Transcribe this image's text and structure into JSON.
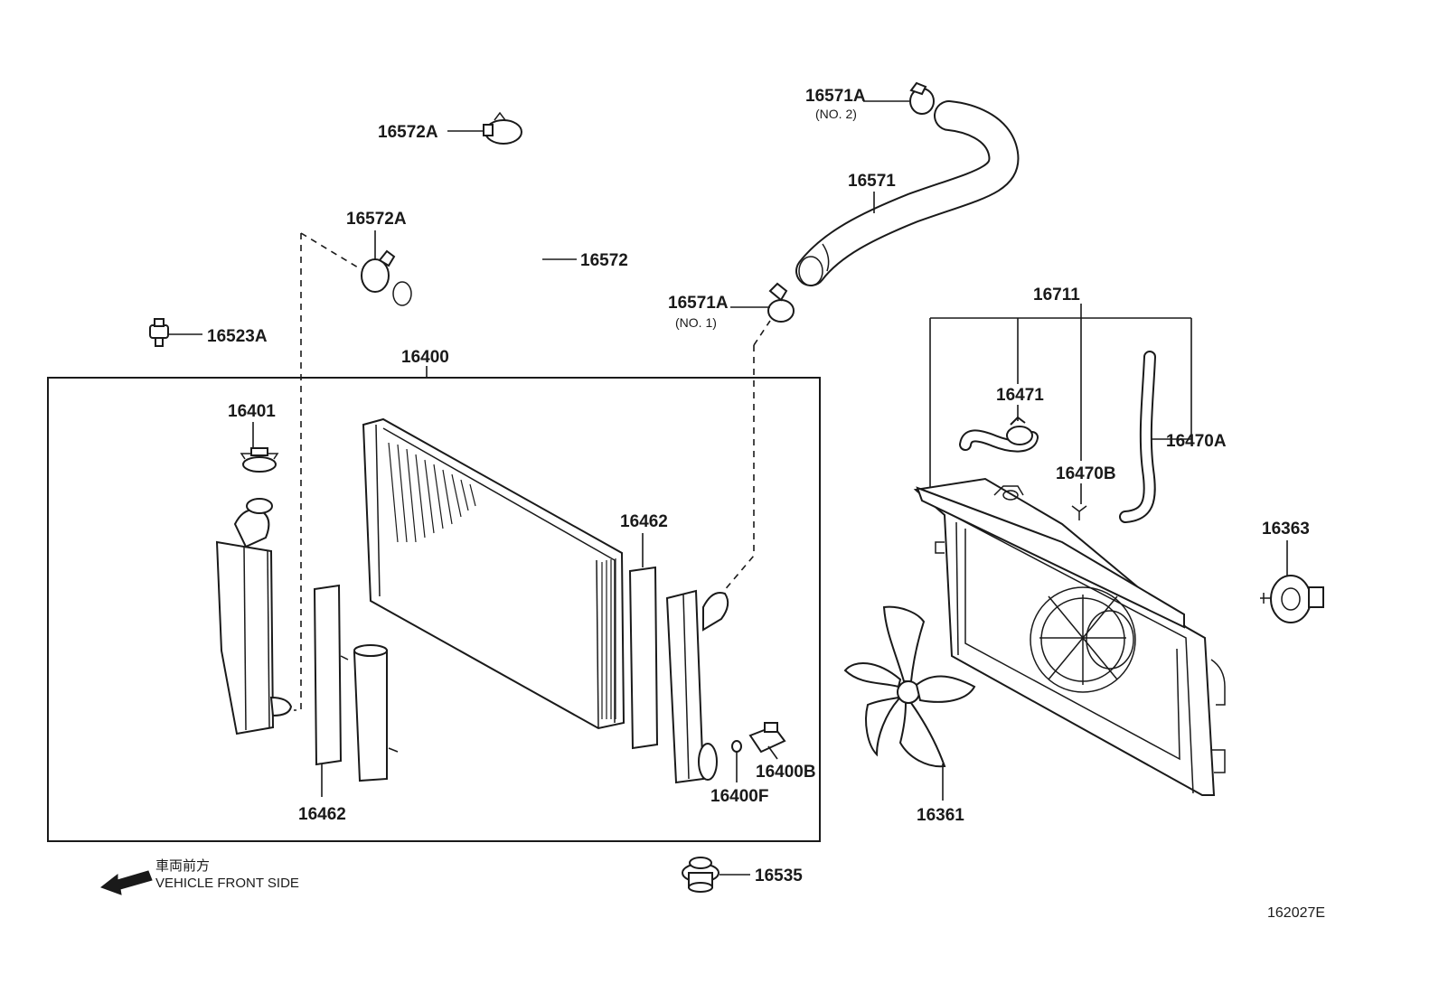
{
  "labels": {
    "p16572A_top": "16572A",
    "p16572A_mid": "16572A",
    "p16572": "16572",
    "p16571A_top": "16571A",
    "p16571A_top_sub": "(NO. 2)",
    "p16571": "16571",
    "p16571A_mid": "16571A",
    "p16571A_mid_sub": "(NO. 1)",
    "p16523A": "16523A",
    "p16400": "16400",
    "p16401": "16401",
    "p16462_right": "16462",
    "p16462_bottom": "16462",
    "p16400B": "16400B",
    "p16400F": "16400F",
    "p16711": "16711",
    "p16471": "16471",
    "p16470B": "16470B",
    "p16470A": "16470A",
    "p16363": "16363",
    "p16361": "16361",
    "p16535": "16535"
  },
  "front_note": {
    "jp": "車両前方",
    "en": "VEHICLE FRONT SIDE"
  },
  "diagram_code": "162027E"
}
